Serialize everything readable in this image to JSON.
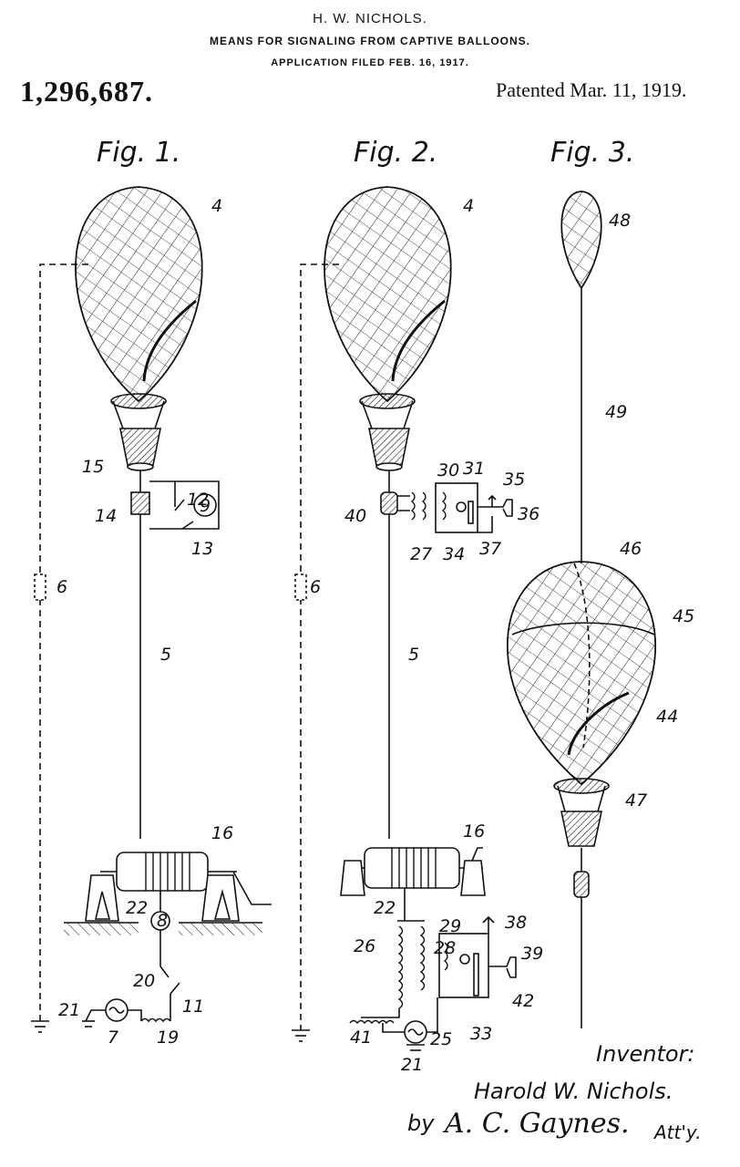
{
  "header": {
    "inventor_name": "H. W. NICHOLS.",
    "title": "MEANS FOR SIGNALING FROM CAPTIVE BALLOONS.",
    "application": "APPLICATION FILED FEB. 16, 1917."
  },
  "patent_number": "1,296,687.",
  "patent_date": "Patented Mar. 11, 1919.",
  "figures": {
    "fig1": "Fig. 1.",
    "fig2": "Fig. 2.",
    "fig3": "Fig. 3."
  },
  "refs": {
    "fig1": [
      "4",
      "15",
      "14",
      "12",
      "9",
      "13",
      "6",
      "5",
      "16",
      "22",
      "8",
      "20",
      "11",
      "21",
      "7",
      "19"
    ],
    "fig2": [
      "4",
      "30",
      "31",
      "35",
      "36",
      "40",
      "27",
      "34",
      "37",
      "6",
      "5",
      "16",
      "22",
      "26",
      "29",
      "28",
      "38",
      "39",
      "42",
      "41",
      "25",
      "33",
      "21"
    ],
    "fig3": [
      "48",
      "49",
      "46",
      "45",
      "44",
      "47"
    ]
  },
  "signature": {
    "inventor_label": "Inventor:",
    "inventor_name": "Harold W. Nichols.",
    "by": "by",
    "attorney_signature": "A. C. Gaynes.",
    "attorney_abbr": "Att'y."
  }
}
